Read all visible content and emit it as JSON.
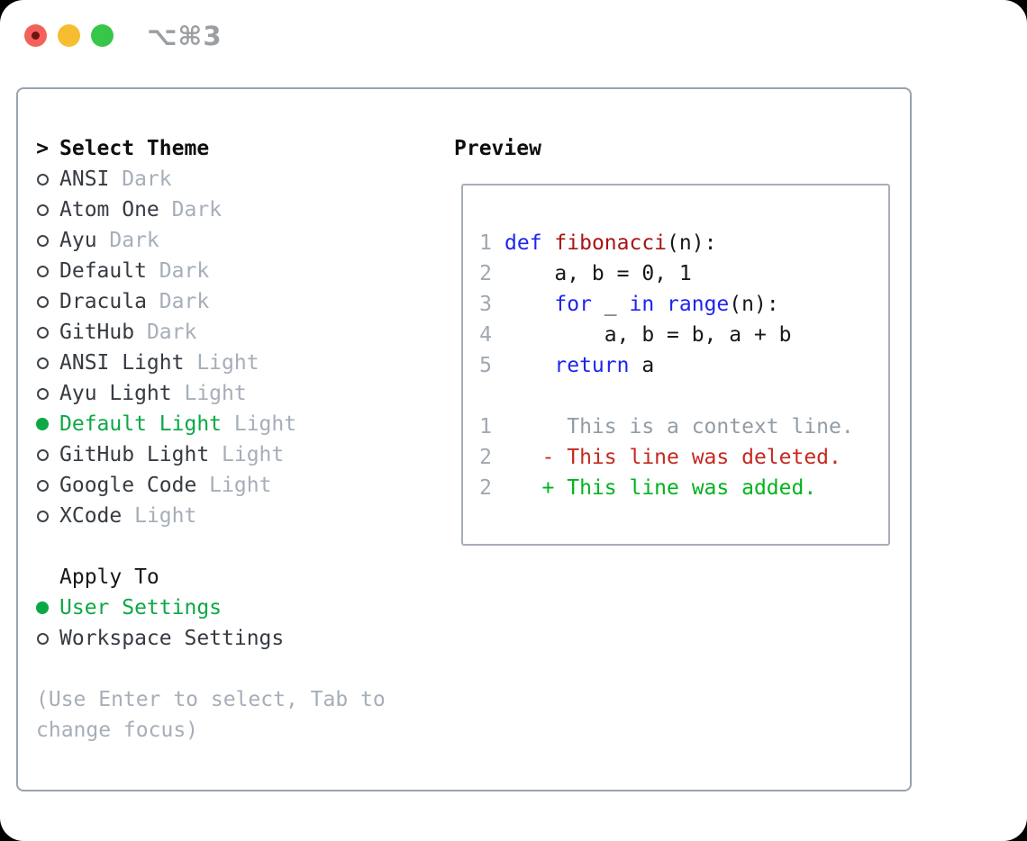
{
  "window": {
    "shortcut": "⌥⌘3",
    "traffic_lights": [
      "close-button",
      "minimize-button",
      "zoom-button"
    ]
  },
  "colors": {
    "accent_green": "#0ca846",
    "muted_gray": "#a6aeb9",
    "text_dark": "#363b42",
    "keyword_blue": "#1e24ee",
    "function_red": "#a81414",
    "context_gray": "#939ca5",
    "deleted_red": "#c5291f",
    "added_green": "#00b41e",
    "line_number_gray": "#9fa8b2",
    "border_gray": "#9aa3ae",
    "traffic_red": "#f4605a",
    "traffic_yellow": "#f6bd30",
    "traffic_green": "#37c64a"
  },
  "theme_picker": {
    "header": {
      "prefix": ">",
      "label": "Select Theme"
    },
    "items": [
      {
        "name": "ANSI",
        "variant": "Dark",
        "selected": false
      },
      {
        "name": "Atom One",
        "variant": "Dark",
        "selected": false
      },
      {
        "name": "Ayu",
        "variant": "Dark",
        "selected": false
      },
      {
        "name": "Default",
        "variant": "Dark",
        "selected": false
      },
      {
        "name": "Dracula",
        "variant": "Dark",
        "selected": false
      },
      {
        "name": "GitHub",
        "variant": "Dark",
        "selected": false
      },
      {
        "name": "ANSI Light",
        "variant": "Light",
        "selected": false
      },
      {
        "name": "Ayu Light",
        "variant": "Light",
        "selected": false
      },
      {
        "name": "Default Light",
        "variant": "Light",
        "selected": true
      },
      {
        "name": "GitHub Light",
        "variant": "Light",
        "selected": false
      },
      {
        "name": "Google Code",
        "variant": "Light",
        "selected": false
      },
      {
        "name": "XCode",
        "variant": "Light",
        "selected": false
      }
    ],
    "apply_to": {
      "label": "Apply To",
      "options": [
        {
          "label": "User Settings",
          "selected": true
        },
        {
          "label": "Workspace Settings",
          "selected": false
        }
      ]
    },
    "hint_lines": [
      "(Use Enter to select, Tab to",
      "change focus)"
    ]
  },
  "preview": {
    "label": "Preview",
    "code_lines": [
      {
        "number": "1",
        "segments": [
          {
            "text": "def",
            "style": "keyword"
          },
          {
            "text": " ",
            "style": "plain"
          },
          {
            "text": "fibonacci",
            "style": "function"
          },
          {
            "text": "(n):",
            "style": "plain"
          }
        ]
      },
      {
        "number": "2",
        "segments": [
          {
            "text": "    a, b = 0, 1",
            "style": "plain"
          }
        ]
      },
      {
        "number": "3",
        "segments": [
          {
            "text": "    ",
            "style": "plain"
          },
          {
            "text": "for",
            "style": "keyword"
          },
          {
            "text": " _ ",
            "style": "plain"
          },
          {
            "text": "in",
            "style": "keyword"
          },
          {
            "text": " ",
            "style": "plain"
          },
          {
            "text": "range",
            "style": "keyword"
          },
          {
            "text": "(n):",
            "style": "plain"
          }
        ]
      },
      {
        "number": "4",
        "segments": [
          {
            "text": "        a, b = b, a + b",
            "style": "plain"
          }
        ]
      },
      {
        "number": "5",
        "segments": [
          {
            "text": "    ",
            "style": "plain"
          },
          {
            "text": "return",
            "style": "keyword"
          },
          {
            "text": " a",
            "style": "plain"
          }
        ]
      },
      {
        "number": "",
        "segments": []
      },
      {
        "number": "1",
        "segments": [
          {
            "text": "     This is a context line.",
            "style": "context"
          }
        ]
      },
      {
        "number": "2",
        "segments": [
          {
            "text": "   - This line was deleted.",
            "style": "deleted"
          }
        ]
      },
      {
        "number": "2",
        "segments": [
          {
            "text": "   + This line was added.",
            "style": "added"
          }
        ]
      }
    ]
  }
}
